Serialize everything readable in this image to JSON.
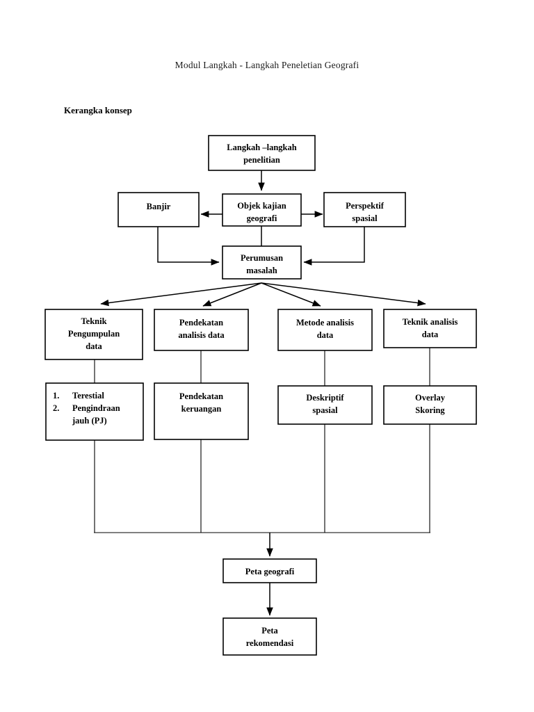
{
  "document": {
    "title": "Modul Langkah - Langkah Peneletian Geografi",
    "section_heading": "Kerangka konsep"
  },
  "chart_data": {
    "type": "diagram",
    "diagram_kind": "flowchart",
    "title": "Kerangka konsep",
    "orientation": "top-to-bottom",
    "nodes": [
      {
        "id": "n1",
        "label_lines": [
          "Langkah –langkah",
          "penelitian"
        ],
        "row": 1,
        "align": "center"
      },
      {
        "id": "n2",
        "label_lines": [
          "Banjir"
        ],
        "row": 2,
        "align": "center"
      },
      {
        "id": "n3",
        "label_lines": [
          "Objek kajian",
          "geografi"
        ],
        "row": 2,
        "align": "center"
      },
      {
        "id": "n4",
        "label_lines": [
          "Perspektif",
          "spasial"
        ],
        "row": 2,
        "align": "center"
      },
      {
        "id": "n5",
        "label_lines": [
          "Perumusan",
          "masalah"
        ],
        "row": 3,
        "align": "center"
      },
      {
        "id": "n6",
        "label_lines": [
          "Teknik",
          "Pengumpulan",
          "data"
        ],
        "row": 4,
        "align": "center"
      },
      {
        "id": "n7",
        "label_lines": [
          "Pendekatan",
          "analisis data"
        ],
        "row": 4,
        "align": "center"
      },
      {
        "id": "n8",
        "label_lines": [
          "Metode analisis",
          "data"
        ],
        "row": 4,
        "align": "center"
      },
      {
        "id": "n9",
        "label_lines": [
          "Teknik analisis",
          "data"
        ],
        "row": 4,
        "align": "center"
      },
      {
        "id": "n10",
        "label_lines": [
          "1.   Terestial",
          "2.   Pengindraan",
          "      jauh (PJ)"
        ],
        "row": 5,
        "align": "left"
      },
      {
        "id": "n11",
        "label_lines": [
          "Pendekatan",
          "keruangan"
        ],
        "row": 5,
        "align": "center"
      },
      {
        "id": "n12",
        "label_lines": [
          "Deskriptif",
          "spasial"
        ],
        "row": 5,
        "align": "center"
      },
      {
        "id": "n13",
        "label_lines": [
          "Overlay",
          "Skoring"
        ],
        "row": 5,
        "align": "center"
      },
      {
        "id": "n14",
        "label_lines": [
          "Peta geografi"
        ],
        "row": 6,
        "align": "center"
      },
      {
        "id": "n15",
        "label_lines": [
          "Peta",
          "rekomendasi"
        ],
        "row": 7,
        "align": "center"
      }
    ],
    "edges": [
      {
        "from": "n1",
        "to": "n3",
        "style": "arrow-down"
      },
      {
        "from": "n3",
        "to": "n2",
        "style": "arrow-left"
      },
      {
        "from": "n3",
        "to": "n4",
        "style": "arrow-right"
      },
      {
        "from": "n3",
        "to": "n5",
        "style": "line-down"
      },
      {
        "from": "n2",
        "to": "n5",
        "style": "elbow-arrow-right"
      },
      {
        "from": "n4",
        "to": "n5",
        "style": "elbow-arrow-left"
      },
      {
        "from": "n5",
        "to": "n6",
        "style": "fan-arrow"
      },
      {
        "from": "n5",
        "to": "n7",
        "style": "fan-arrow"
      },
      {
        "from": "n5",
        "to": "n8",
        "style": "fan-arrow"
      },
      {
        "from": "n5",
        "to": "n9",
        "style": "fan-arrow"
      },
      {
        "from": "n6",
        "to": "n10",
        "style": "line-down"
      },
      {
        "from": "n7",
        "to": "n11",
        "style": "line-down"
      },
      {
        "from": "n8",
        "to": "n12",
        "style": "line-down"
      },
      {
        "from": "n9",
        "to": "n13",
        "style": "line-down"
      },
      {
        "from": "n10",
        "to": "bus",
        "style": "line-down"
      },
      {
        "from": "n11",
        "to": "bus",
        "style": "line-down"
      },
      {
        "from": "n12",
        "to": "bus",
        "style": "line-down"
      },
      {
        "from": "n13",
        "to": "bus",
        "style": "line-down"
      },
      {
        "from": "bus",
        "to": "n14",
        "style": "arrow-down"
      },
      {
        "from": "n14",
        "to": "n15",
        "style": "arrow-down"
      }
    ],
    "colors": {
      "stroke": "#000000",
      "fill": "#ffffff",
      "text": "#000000"
    }
  },
  "nodes": {
    "n1": {
      "line1": "Langkah –langkah",
      "line2": "penelitian"
    },
    "n2": {
      "line1": "Banjir"
    },
    "n3": {
      "line1": "Objek kajian",
      "line2": "geografi"
    },
    "n4": {
      "line1": "Perspektif",
      "line2": "spasial"
    },
    "n5": {
      "line1": "Perumusan",
      "line2": "masalah"
    },
    "n6": {
      "line1": "Teknik",
      "line2": "Pengumpulan",
      "line3": "data"
    },
    "n7": {
      "line1": "Pendekatan",
      "line2": "analisis data"
    },
    "n8": {
      "line1": "Metode analisis",
      "line2": "data"
    },
    "n9": {
      "line1": "Teknik analisis",
      "line2": "data"
    },
    "n10": {
      "num1": "1.",
      "item1": "Terestial",
      "num2": "2.",
      "item2": "Pengindraan",
      "item2b": "jauh (PJ)"
    },
    "n11": {
      "line1": "Pendekatan",
      "line2": "keruangan"
    },
    "n12": {
      "line1": "Deskriptif",
      "line2": "spasial"
    },
    "n13": {
      "line1": "Overlay",
      "line2": "Skoring"
    },
    "n14": {
      "line1": "Peta geografi"
    },
    "n15": {
      "line1": "Peta",
      "line2": "rekomendasi"
    }
  }
}
